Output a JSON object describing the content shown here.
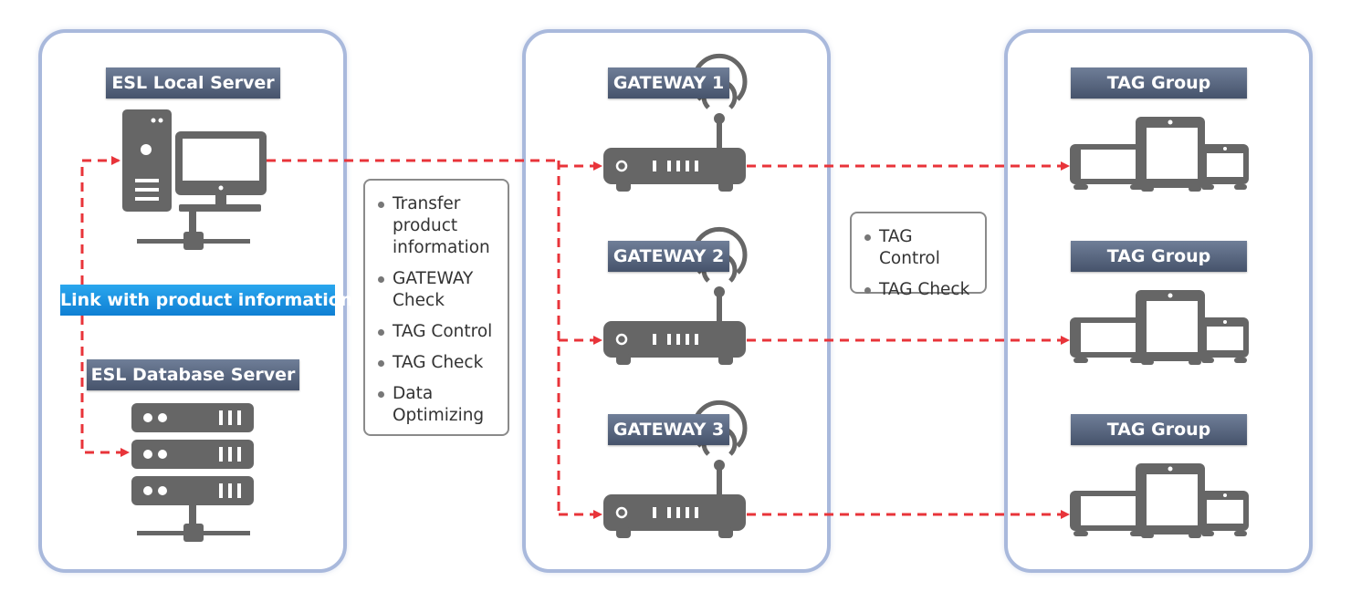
{
  "local_server": {
    "title": "ESL Local Server"
  },
  "link_label": "Link with product information",
  "db_server": {
    "title": "ESL Database Server"
  },
  "server_tasks": [
    "Transfer product information",
    "GATEWAY Check",
    "TAG Control",
    "TAG Check",
    "Data Optimizing"
  ],
  "gateways": [
    {
      "title": "GATEWAY 1"
    },
    {
      "title": "GATEWAY 2"
    },
    {
      "title": "GATEWAY 3"
    }
  ],
  "gateway_tasks": [
    "TAG Control",
    "TAG Check"
  ],
  "tag_groups": [
    {
      "title": "TAG Group"
    },
    {
      "title": "TAG Group"
    },
    {
      "title": "TAG Group"
    }
  ],
  "colors": {
    "panel_border": "#a9b9dc",
    "arrow": "#e8343a",
    "icon": "#666666",
    "label_dark": "#4f5c74",
    "label_blue": "#1a90e0"
  }
}
